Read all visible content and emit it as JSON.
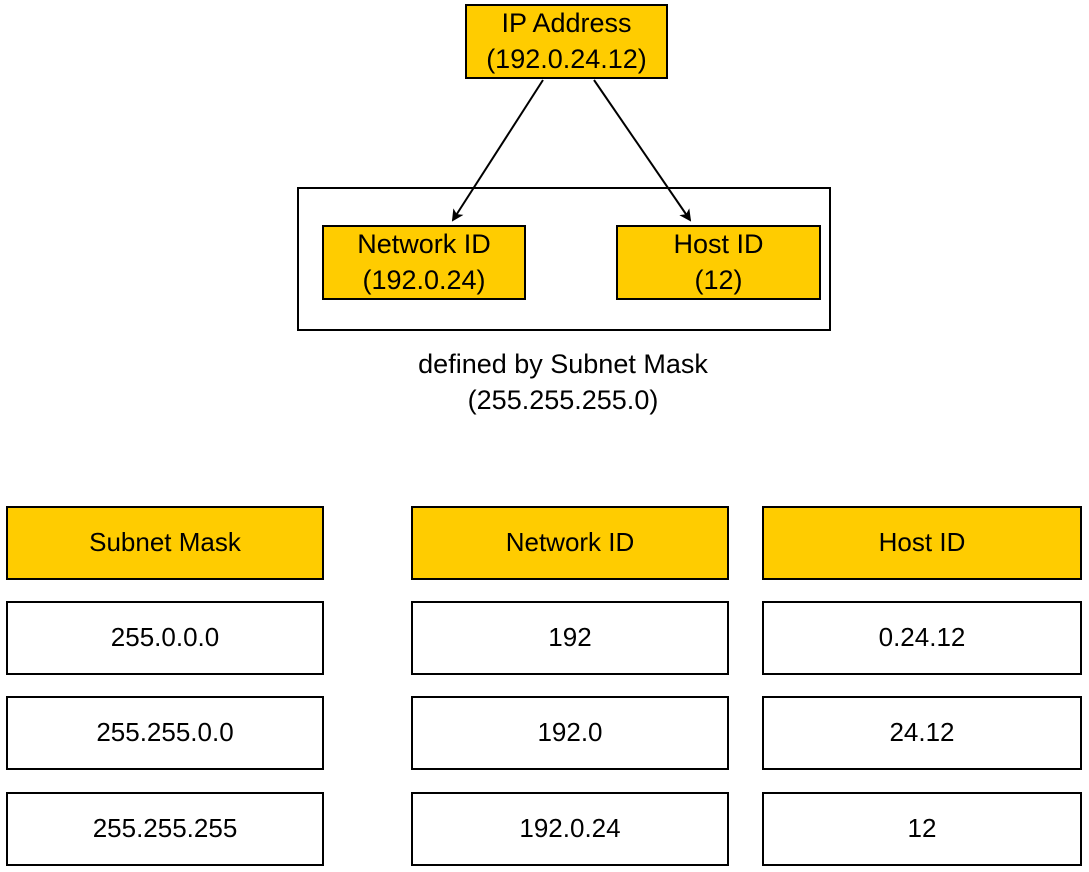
{
  "diagram": {
    "ip_node": {
      "line1": "IP Address",
      "line2": "(192.0.24.12)"
    },
    "network_node": {
      "line1": "Network ID",
      "line2": "(192.0.24)"
    },
    "host_node": {
      "line1": "Host ID",
      "line2": "(12)"
    },
    "caption": {
      "line1": "defined by Subnet Mask",
      "line2": "(255.255.255.0)"
    }
  },
  "table": {
    "headers": [
      "Subnet Mask",
      "Network ID",
      "Host ID"
    ],
    "rows": [
      [
        "255.0.0.0",
        "192",
        "0.24.12"
      ],
      [
        "255.255.0.0",
        "192.0",
        "24.12"
      ],
      [
        "255.255.255",
        "192.0.24",
        "12"
      ]
    ]
  },
  "colors": {
    "accent": "#ffcc00",
    "border": "#000000"
  }
}
